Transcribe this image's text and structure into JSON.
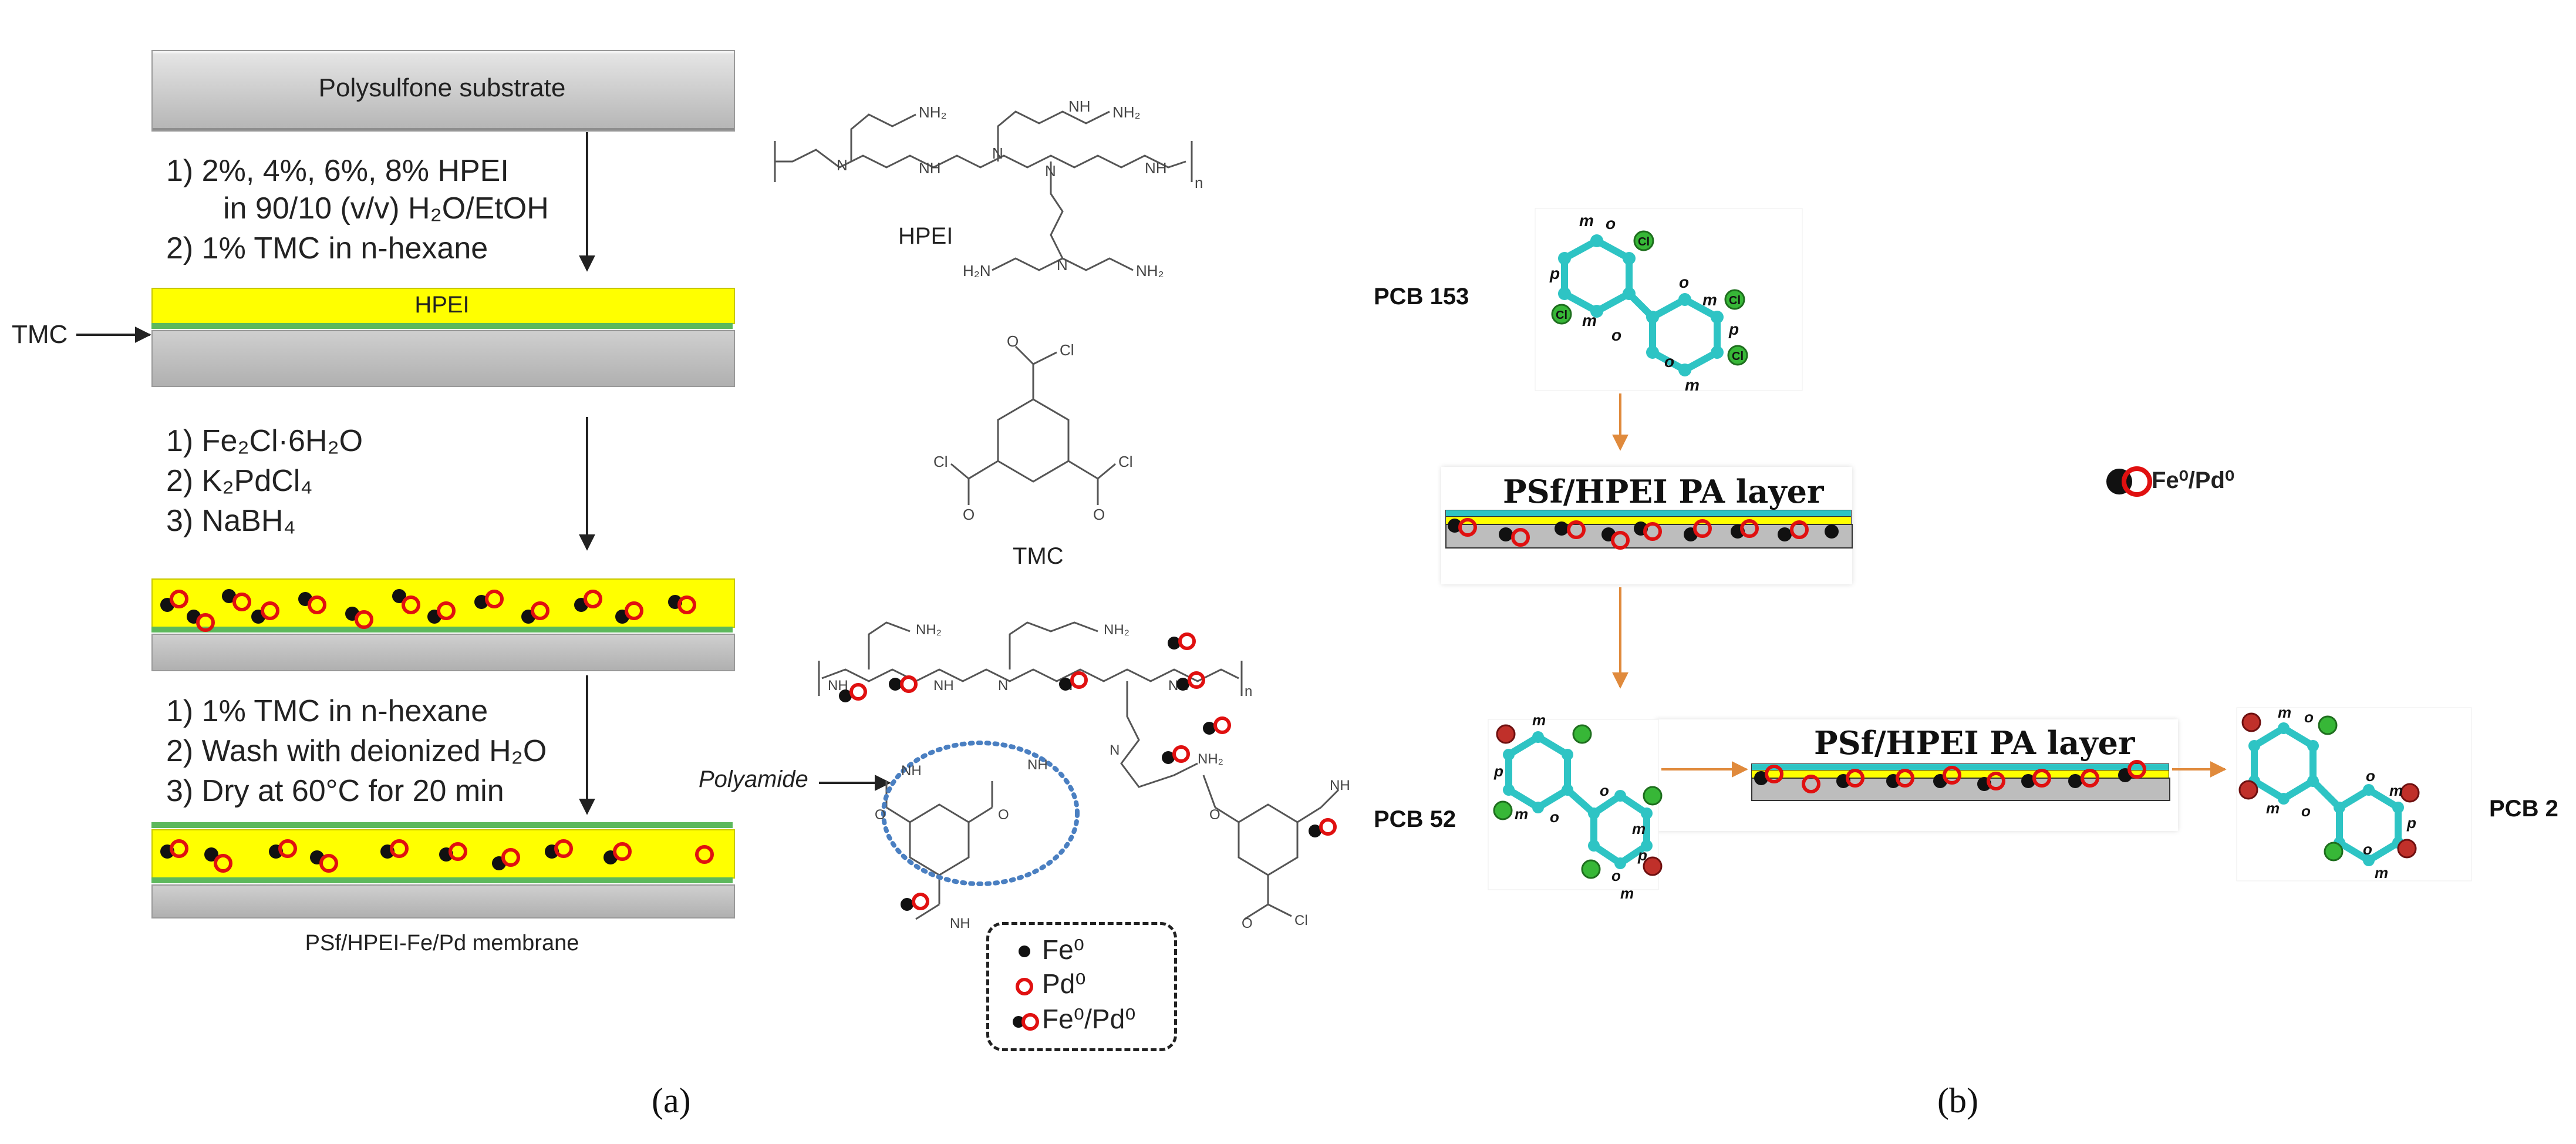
{
  "panel_a": {
    "substrate_label": "Polysulfone substrate",
    "steps1": [
      "1)   2%, 4%, 6%, 8% HPEI",
      "in 90/10 (v/v) H₂O/EtOH",
      "2)   1% TMC in n-hexane"
    ],
    "hpei_layer_label": "HPEI",
    "tmc_pointer": "TMC",
    "steps2": [
      "1)   Fe₂Cl·6H₂O",
      "2)   K₂PdCl₄",
      "3)   NaBH₄"
    ],
    "steps3": [
      "1)   1% TMC in n-hexane",
      "2)   Wash with deionized H₂O",
      "3)   Dry at 60°C for 20 min"
    ],
    "membrane_label": "PSf/HPEI-Fe/Pd membrane",
    "hpei_struct_label": "HPEI",
    "tmc_struct_label": "TMC",
    "polyamide_label": "Polyamide",
    "legend": {
      "fe": "Fe⁰",
      "pd": "Pd⁰",
      "fepd": "Fe⁰/Pd⁰"
    },
    "caption": "(a)"
  },
  "panel_b": {
    "pcb153": "PCB 153",
    "pcb52": "PCB 52",
    "pcb2": "PCB 2",
    "layer_label_1": "PSf/HPEI PA layer",
    "layer_label_2": "PSf/HPEI PA layer",
    "legend_fepd": "Fe⁰/Pd⁰",
    "caption": "(b)",
    "atom_labels": [
      "m",
      "o",
      "p",
      "Cl"
    ]
  },
  "colors": {
    "substrate_gray": "#c8c8c8",
    "hpei_yellow": "#ffff00",
    "green_line": "#5cb85c",
    "fe_black": "#111111",
    "pd_red": "#e01010",
    "cyan_atom": "#2ec4c4",
    "chlorine_green": "#37b737",
    "arrow_orange": "#e08a3c",
    "dotted_blue": "#4a7fc1"
  }
}
